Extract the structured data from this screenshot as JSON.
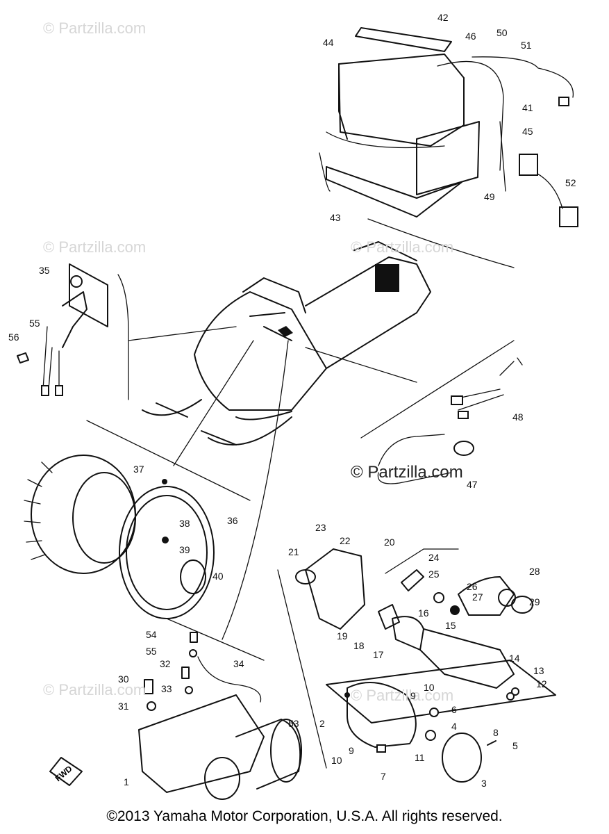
{
  "watermarks": [
    "© Partzilla.com",
    "© Partzilla.com",
    "© Partzilla.com",
    "© Partzilla.com",
    "© Partzilla.com"
  ],
  "watermark_dark": "© Partzilla.com",
  "copyright": "©2013 Yamaha Motor Corporation, U.S.A. All rights reserved.",
  "fwd_label": "FWD",
  "part_callouts": [
    "1",
    "2",
    "3",
    "4",
    "5",
    "6",
    "7",
    "8",
    "9",
    "10",
    "9",
    "10",
    "11",
    "12",
    "13",
    "14",
    "15",
    "16",
    "17",
    "18",
    "19",
    "20",
    "21",
    "22",
    "23",
    "24",
    "25",
    "26",
    "27",
    "28",
    "29",
    "30",
    "31",
    "32",
    "33",
    "34",
    "35",
    "36",
    "37",
    "38",
    "39",
    "40",
    "41",
    "42",
    "43",
    "44",
    "45",
    "46",
    "47",
    "48",
    "49",
    "50",
    "51",
    "52",
    "53",
    "54",
    "55",
    "55",
    "56"
  ]
}
